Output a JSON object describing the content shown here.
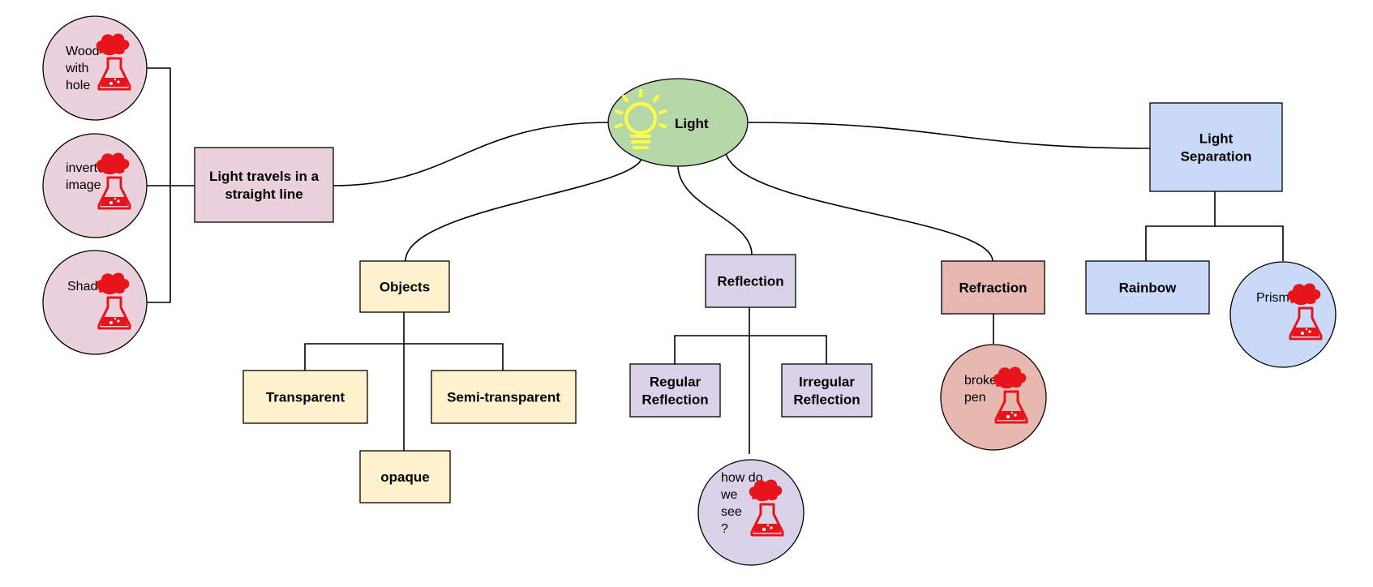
{
  "colors": {
    "pink": "#ead1dc",
    "green": "#b6d7a8",
    "yellow": "#fff2cc",
    "purple": "#d9d2e9",
    "red": "#e6b8af",
    "blue": "#c9daf8",
    "bulb": "#ffff44",
    "flask": "#e8141c"
  },
  "center": {
    "label": "Light",
    "icon": "lightbulb-icon"
  },
  "nodes": {
    "straight": {
      "lines": [
        "Light travels in a",
        "straight line"
      ]
    },
    "wood": {
      "lines": [
        "Wood",
        "with",
        "hole"
      ],
      "icon": "flask-icon"
    },
    "inverted": {
      "lines": [
        "inverted",
        "image"
      ],
      "icon": "flask-icon"
    },
    "shadow": {
      "lines": [
        "Shadow"
      ],
      "icon": "flask-icon"
    },
    "objects": {
      "lines": [
        "Objects"
      ]
    },
    "transparent": {
      "lines": [
        "Transparent"
      ]
    },
    "semi": {
      "lines": [
        "Semi-transparent"
      ]
    },
    "opaque": {
      "lines": [
        "opaque"
      ]
    },
    "reflection": {
      "lines": [
        "Reflection"
      ]
    },
    "regular": {
      "lines": [
        "Regular",
        "Reflection"
      ]
    },
    "irregular": {
      "lines": [
        "Irregular",
        "Reflection"
      ]
    },
    "howsee": {
      "lines": [
        "how do",
        "we",
        "see",
        "?"
      ],
      "icon": "flask-icon"
    },
    "refraction": {
      "lines": [
        "Refraction"
      ]
    },
    "brokenpen": {
      "lines": [
        "broken",
        "pen"
      ],
      "icon": "flask-icon"
    },
    "separation": {
      "lines": [
        "Light",
        "Separation"
      ]
    },
    "rainbow": {
      "lines": [
        "Rainbow"
      ]
    },
    "prism": {
      "lines": [
        "Prism"
      ],
      "icon": "flask-icon"
    }
  }
}
